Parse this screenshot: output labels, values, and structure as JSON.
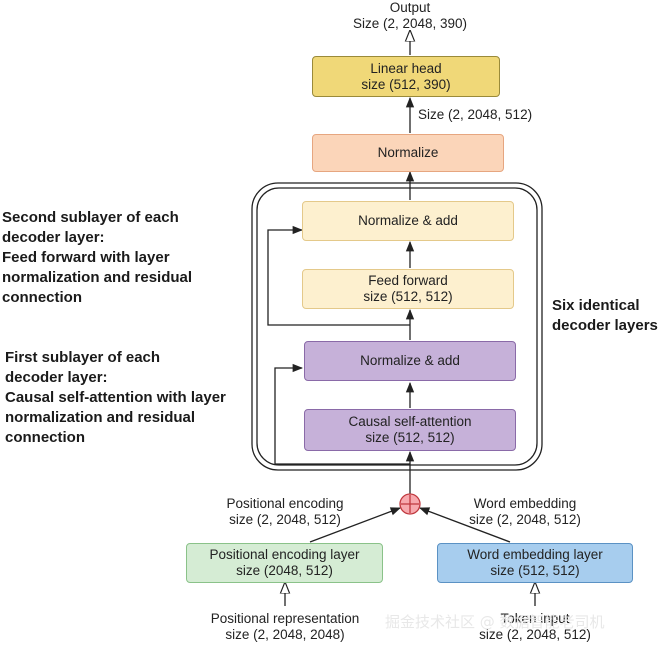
{
  "output": {
    "title": "Output",
    "size": "Size (2, 2048, 390)"
  },
  "linear_head": {
    "title": "Linear head",
    "size": "size (512, 390)",
    "color": "#f0d878",
    "border": "#9a8a3a"
  },
  "size_after_norm": "Size (2, 2048, 512)",
  "normalize": {
    "title": "Normalize",
    "color": "#fbd5b9",
    "border": "#e6a680"
  },
  "decoder": {
    "label_line1": "Six identical",
    "label_line2": "decoder layers",
    "norm_add_top": {
      "title": "Normalize & add",
      "color": "#fdf0cf",
      "border": "#e4c98a"
    },
    "feed_forward": {
      "title": "Feed forward",
      "size": "size (512, 512)",
      "color": "#fdf0cf",
      "border": "#e4c98a"
    },
    "norm_add_bottom": {
      "title": "Normalize & add",
      "color": "#c6b1d9",
      "border": "#8a6aa8"
    },
    "causal_attention": {
      "title": "Causal self-attention",
      "size": "size (512, 512)",
      "color": "#c6b1d9",
      "border": "#8a6aa8"
    }
  },
  "second_sublayer": {
    "lines": [
      "Second sublayer of each",
      "decoder layer:",
      "Feed forward with layer",
      "normalization and residual",
      "connection"
    ]
  },
  "first_sublayer": {
    "lines": [
      "First sublayer of each",
      "decoder layer:",
      "Causal self-attention with layer",
      "normalization and residual",
      "connection"
    ]
  },
  "plus_symbol": "+",
  "positional_encoding_label": {
    "title": "Positional encoding",
    "size": "size (2, 2048, 512)"
  },
  "word_embedding_label": {
    "title": "Word embedding",
    "size": "size (2, 2048, 512)"
  },
  "positional_encoding_layer": {
    "title": "Positional encoding layer",
    "size": "size (2048, 512)",
    "color": "#d5ecd4",
    "border": "#8ac289"
  },
  "word_embedding_layer": {
    "title": "Word embedding layer",
    "size": "size (512, 512)",
    "color": "#a7cdee",
    "border": "#5b92c4"
  },
  "positional_representation": {
    "title": "Positional representation",
    "size": "size (2, 2048, 2048)"
  },
  "token_input": {
    "title": "Token input",
    "size": "size (2, 2048, 512)"
  },
  "watermark": "掘金技术社区 @ 数据智能老司机"
}
